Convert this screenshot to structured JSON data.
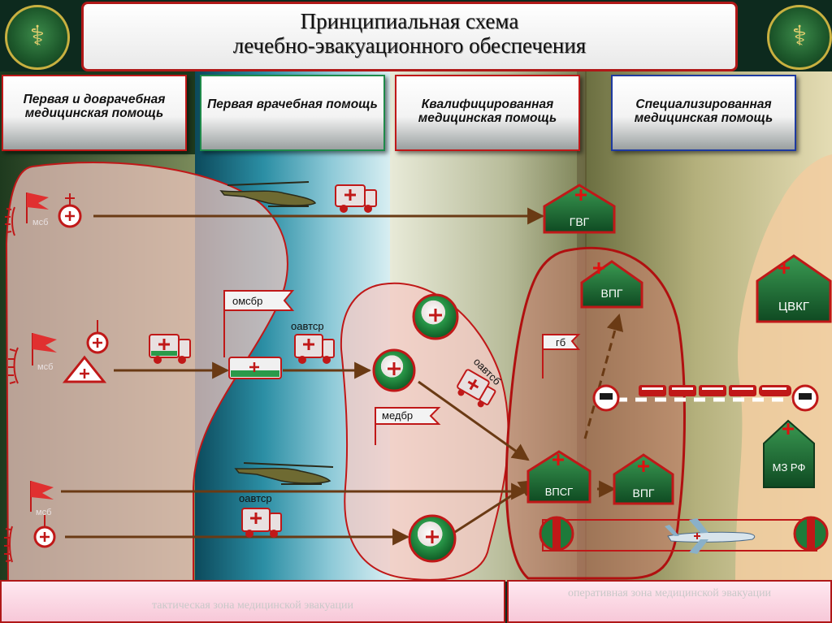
{
  "title_line1": "Принципиальная схема",
  "title_line2": "лечебно-эвакуационного обеспечения",
  "columns": [
    "Первая и доврачебная медицинская помощь",
    "Первая врачебная помощь",
    "Квалифицированная медицинская помощь",
    "Специализированная медицинская помощь"
  ],
  "units": {
    "msb": "мсб",
    "omsbr": "омсбр",
    "oavtsr": "оавтср",
    "oavtsb": "оавтсб",
    "medbr": "медбр",
    "gb": "гб",
    "gvg": "ГВГ",
    "vpg": "ВПГ",
    "vpsg": "ВПСГ",
    "cvkg": "ЦВКГ",
    "mz": "МЗ РФ"
  },
  "bottom": {
    "tactical": "тактическая зона медицинской эвакуации",
    "operational": "оперативная зона медицинской эвакуации"
  },
  "colors": {
    "header_border": "#b01818",
    "arrow": "#6a3a14",
    "hospital_green": "#1e6b34",
    "red_cross": "#e01010"
  },
  "icons": [
    "emblem-icon",
    "flag-icon",
    "helicopter-icon",
    "ambulance-icon",
    "hospital-icon",
    "train-icon",
    "airplane-icon"
  ]
}
